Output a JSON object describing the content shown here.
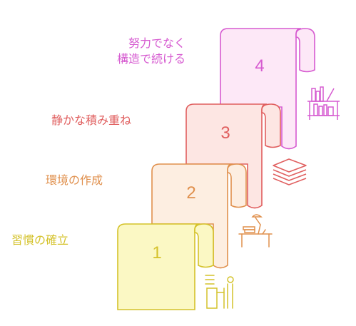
{
  "steps": [
    {
      "number": "1",
      "label": "習慣の確立",
      "color": "#d4c22a",
      "fill": "#fbf8c4",
      "icon": "person-at-desk-icon"
    },
    {
      "number": "2",
      "label": "環境の作成",
      "color": "#e0904d",
      "fill": "#fdeee1",
      "icon": "desk-with-lamp-icon"
    },
    {
      "number": "3",
      "label": "静かな積み重ね",
      "color": "#e05e5e",
      "fill": "#fde6e3",
      "icon": "stacked-layers-icon"
    },
    {
      "number": "4",
      "label_lines": [
        "努力でなく",
        "構造で続ける"
      ],
      "color": "#d65ad0",
      "fill": "#fde8f7",
      "icon": "bookshelf-icon"
    }
  ]
}
